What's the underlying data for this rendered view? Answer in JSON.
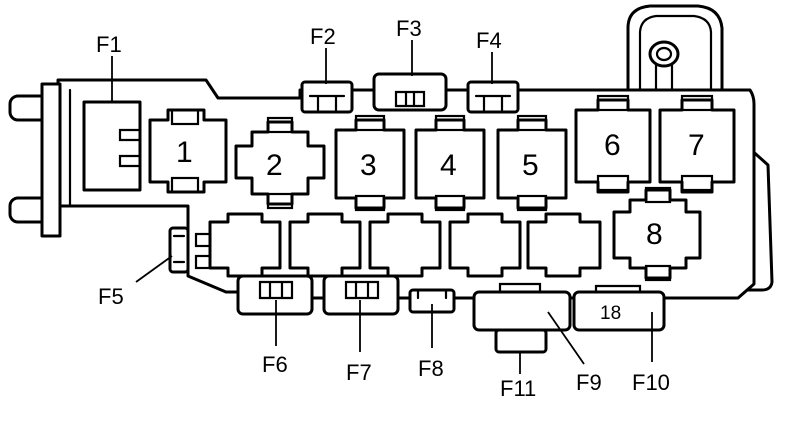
{
  "diagram": {
    "fuse_labels": {
      "F1": "F1",
      "F2": "F2",
      "F3": "F3",
      "F4": "F4",
      "F5": "F5",
      "F6": "F6",
      "F7": "F7",
      "F8": "F8",
      "F9": "F9",
      "F10": "F10",
      "F11": "F11"
    },
    "relay_numbers": {
      "r1": "1",
      "r2": "2",
      "r3": "3",
      "r4": "4",
      "r5": "5",
      "r6": "6",
      "r7": "7",
      "r8": "8"
    },
    "fuse_18_text": "18"
  }
}
